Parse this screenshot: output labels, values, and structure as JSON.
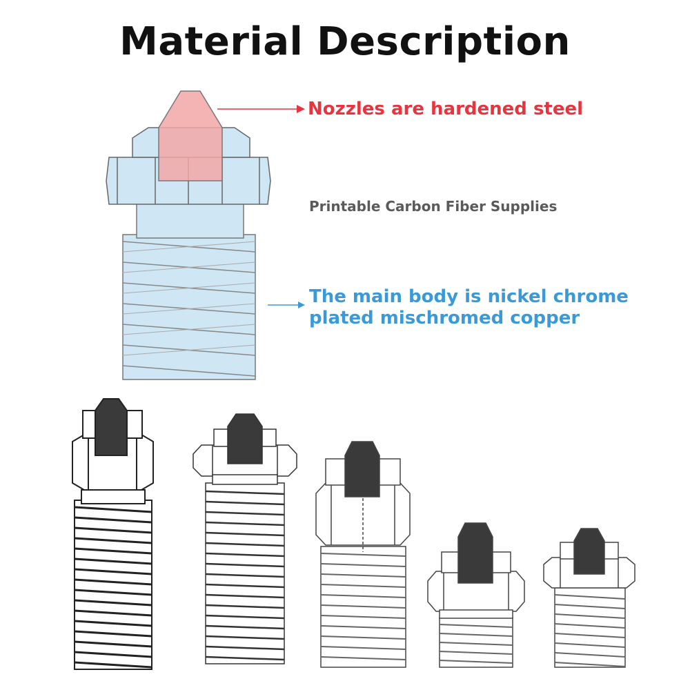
{
  "title": "Material Description",
  "callouts": {
    "nozzle": "Nozzles are hardened steel",
    "supplies": "Printable Carbon Fiber Supplies",
    "body_line1": "The main body is nickel chrome",
    "body_line2": "plated mischromed copper"
  },
  "colors": {
    "nozzle": "#e8343f",
    "body": "#3a9ad9",
    "body_fill": "#cfe7f5",
    "tip_fill": "#f2a7a7",
    "dark_tip": "#3a3a3a"
  }
}
